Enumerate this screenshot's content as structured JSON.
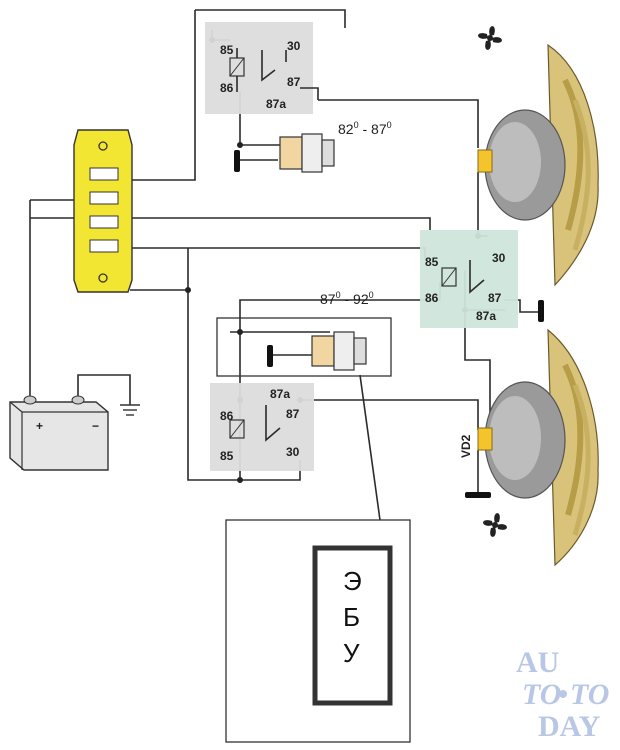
{
  "relay_top": {
    "pin85": "85",
    "pin86": "86",
    "pin30": "30",
    "pin87": "87",
    "pin87a": "87a"
  },
  "relay_mid": {
    "pin85": "85",
    "pin86": "86",
    "pin30": "30",
    "pin87": "87",
    "pin87a": "87a"
  },
  "relay_bottom": {
    "pin86": "86",
    "pin85": "85",
    "pin87a": "87a",
    "pin87": "87",
    "pin30": "30"
  },
  "sensor_top": {
    "range_a": "82",
    "range_b": "87",
    "deg": "0"
  },
  "sensor_bottom": {
    "range_a": "87",
    "range_b": "92",
    "deg": "0"
  },
  "battery": {
    "plus": "+",
    "minus": "−"
  },
  "fan_label": "VD2",
  "ecu": {
    "line1": "Э",
    "line2": "Б",
    "line3": "У"
  },
  "logo": {
    "part1": "AU",
    "part2": "TO",
    "part3": "TO",
    "part4": "DAY"
  },
  "colors": {
    "relay_top": "#dcdcdc",
    "relay_mid": "#cfe6dc",
    "fuse_box": "#f3e633",
    "connector": "#f3c42b"
  }
}
